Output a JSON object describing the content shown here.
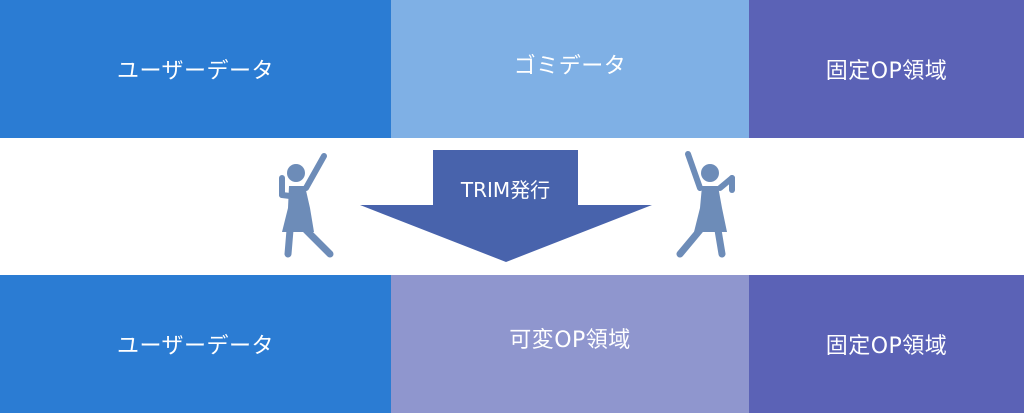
{
  "before": {
    "user_data": "ユーザーデータ",
    "garbage_data": "ゴミデータ",
    "fixed_op": "固定OP領域"
  },
  "action": {
    "label": "TRIM発行"
  },
  "after": {
    "user_data": "ユーザーデータ",
    "variable_op": "可変OP領域",
    "fixed_op": "固定OP領域"
  },
  "colors": {
    "user_data": "#2B7CD3",
    "garbage_data": "#7FB0E5",
    "fixed_op": "#5B62B6",
    "variable_op": "#8F96CE",
    "arrow": "#4863AC",
    "figure": "#6D8CB8"
  },
  "icons": {
    "left_figure": "cheering-person-icon",
    "right_figure": "cheering-person-icon",
    "arrow": "down-arrow-icon"
  }
}
